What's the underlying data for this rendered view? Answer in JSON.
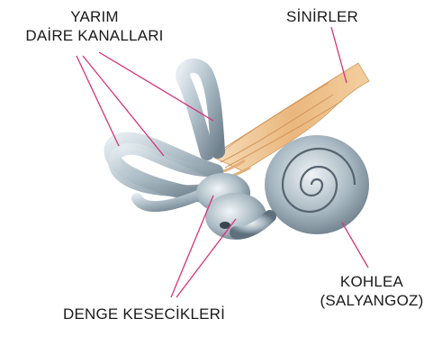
{
  "labels": {
    "semicircular_line1": "YARIM",
    "semicircular_line2": "DAİRE KANALLARI",
    "nerves": "SİNİRLER",
    "cochlea_line1": "KOHLEA",
    "cochlea_line2": "(SALYANGOZ)",
    "vestibular_sacs": "DENGE KESECİKLERİ"
  },
  "colors": {
    "leader_line": "#d6337a",
    "canal_fill": "#b8c6cf",
    "nerve_fill": "#f0c99a",
    "text": "#1a1a1a"
  }
}
